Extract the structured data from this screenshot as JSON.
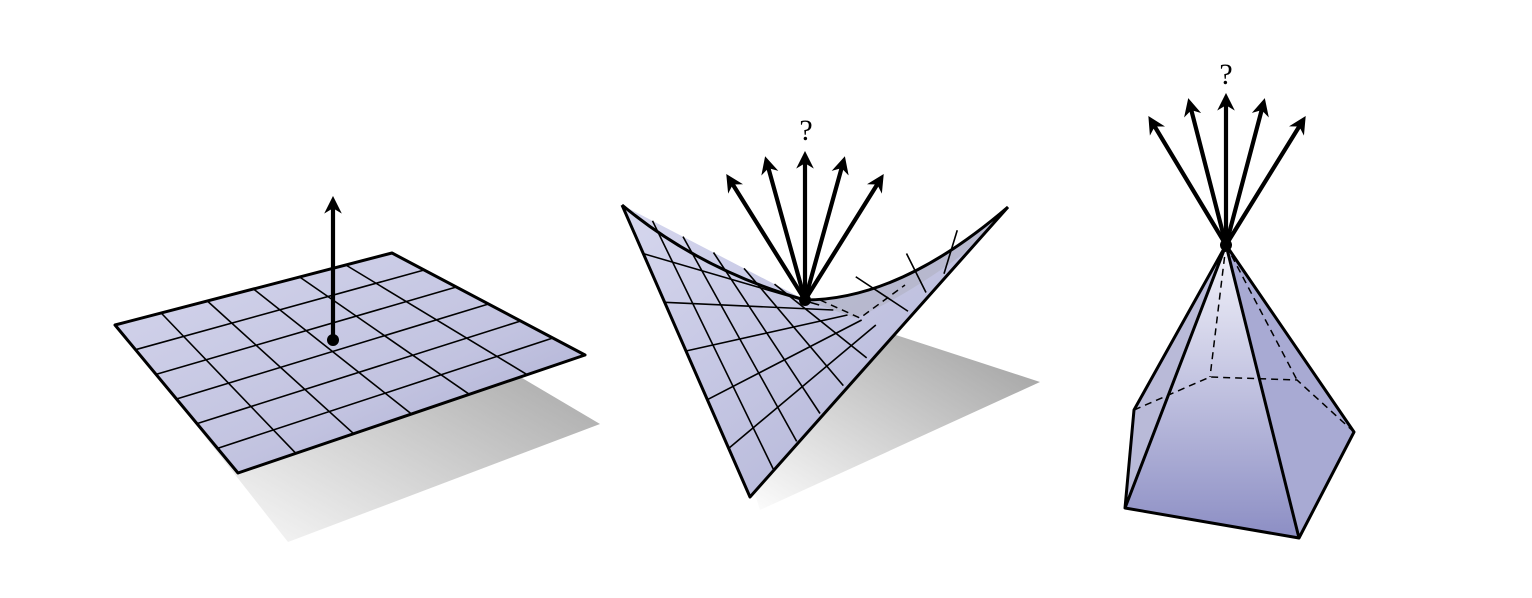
{
  "panels": [
    {
      "name": "flat-plane",
      "normal_count": 1,
      "label": ""
    },
    {
      "name": "saddle-surface",
      "normal_count": 5,
      "label": "?"
    },
    {
      "name": "pyramid-apex",
      "normal_count": 5,
      "label": "?"
    }
  ],
  "colors": {
    "surface": "#cfd0e8",
    "surface_dark": "#9d9fc9",
    "shadow": "#9a9a9a",
    "ink": "#000000"
  }
}
